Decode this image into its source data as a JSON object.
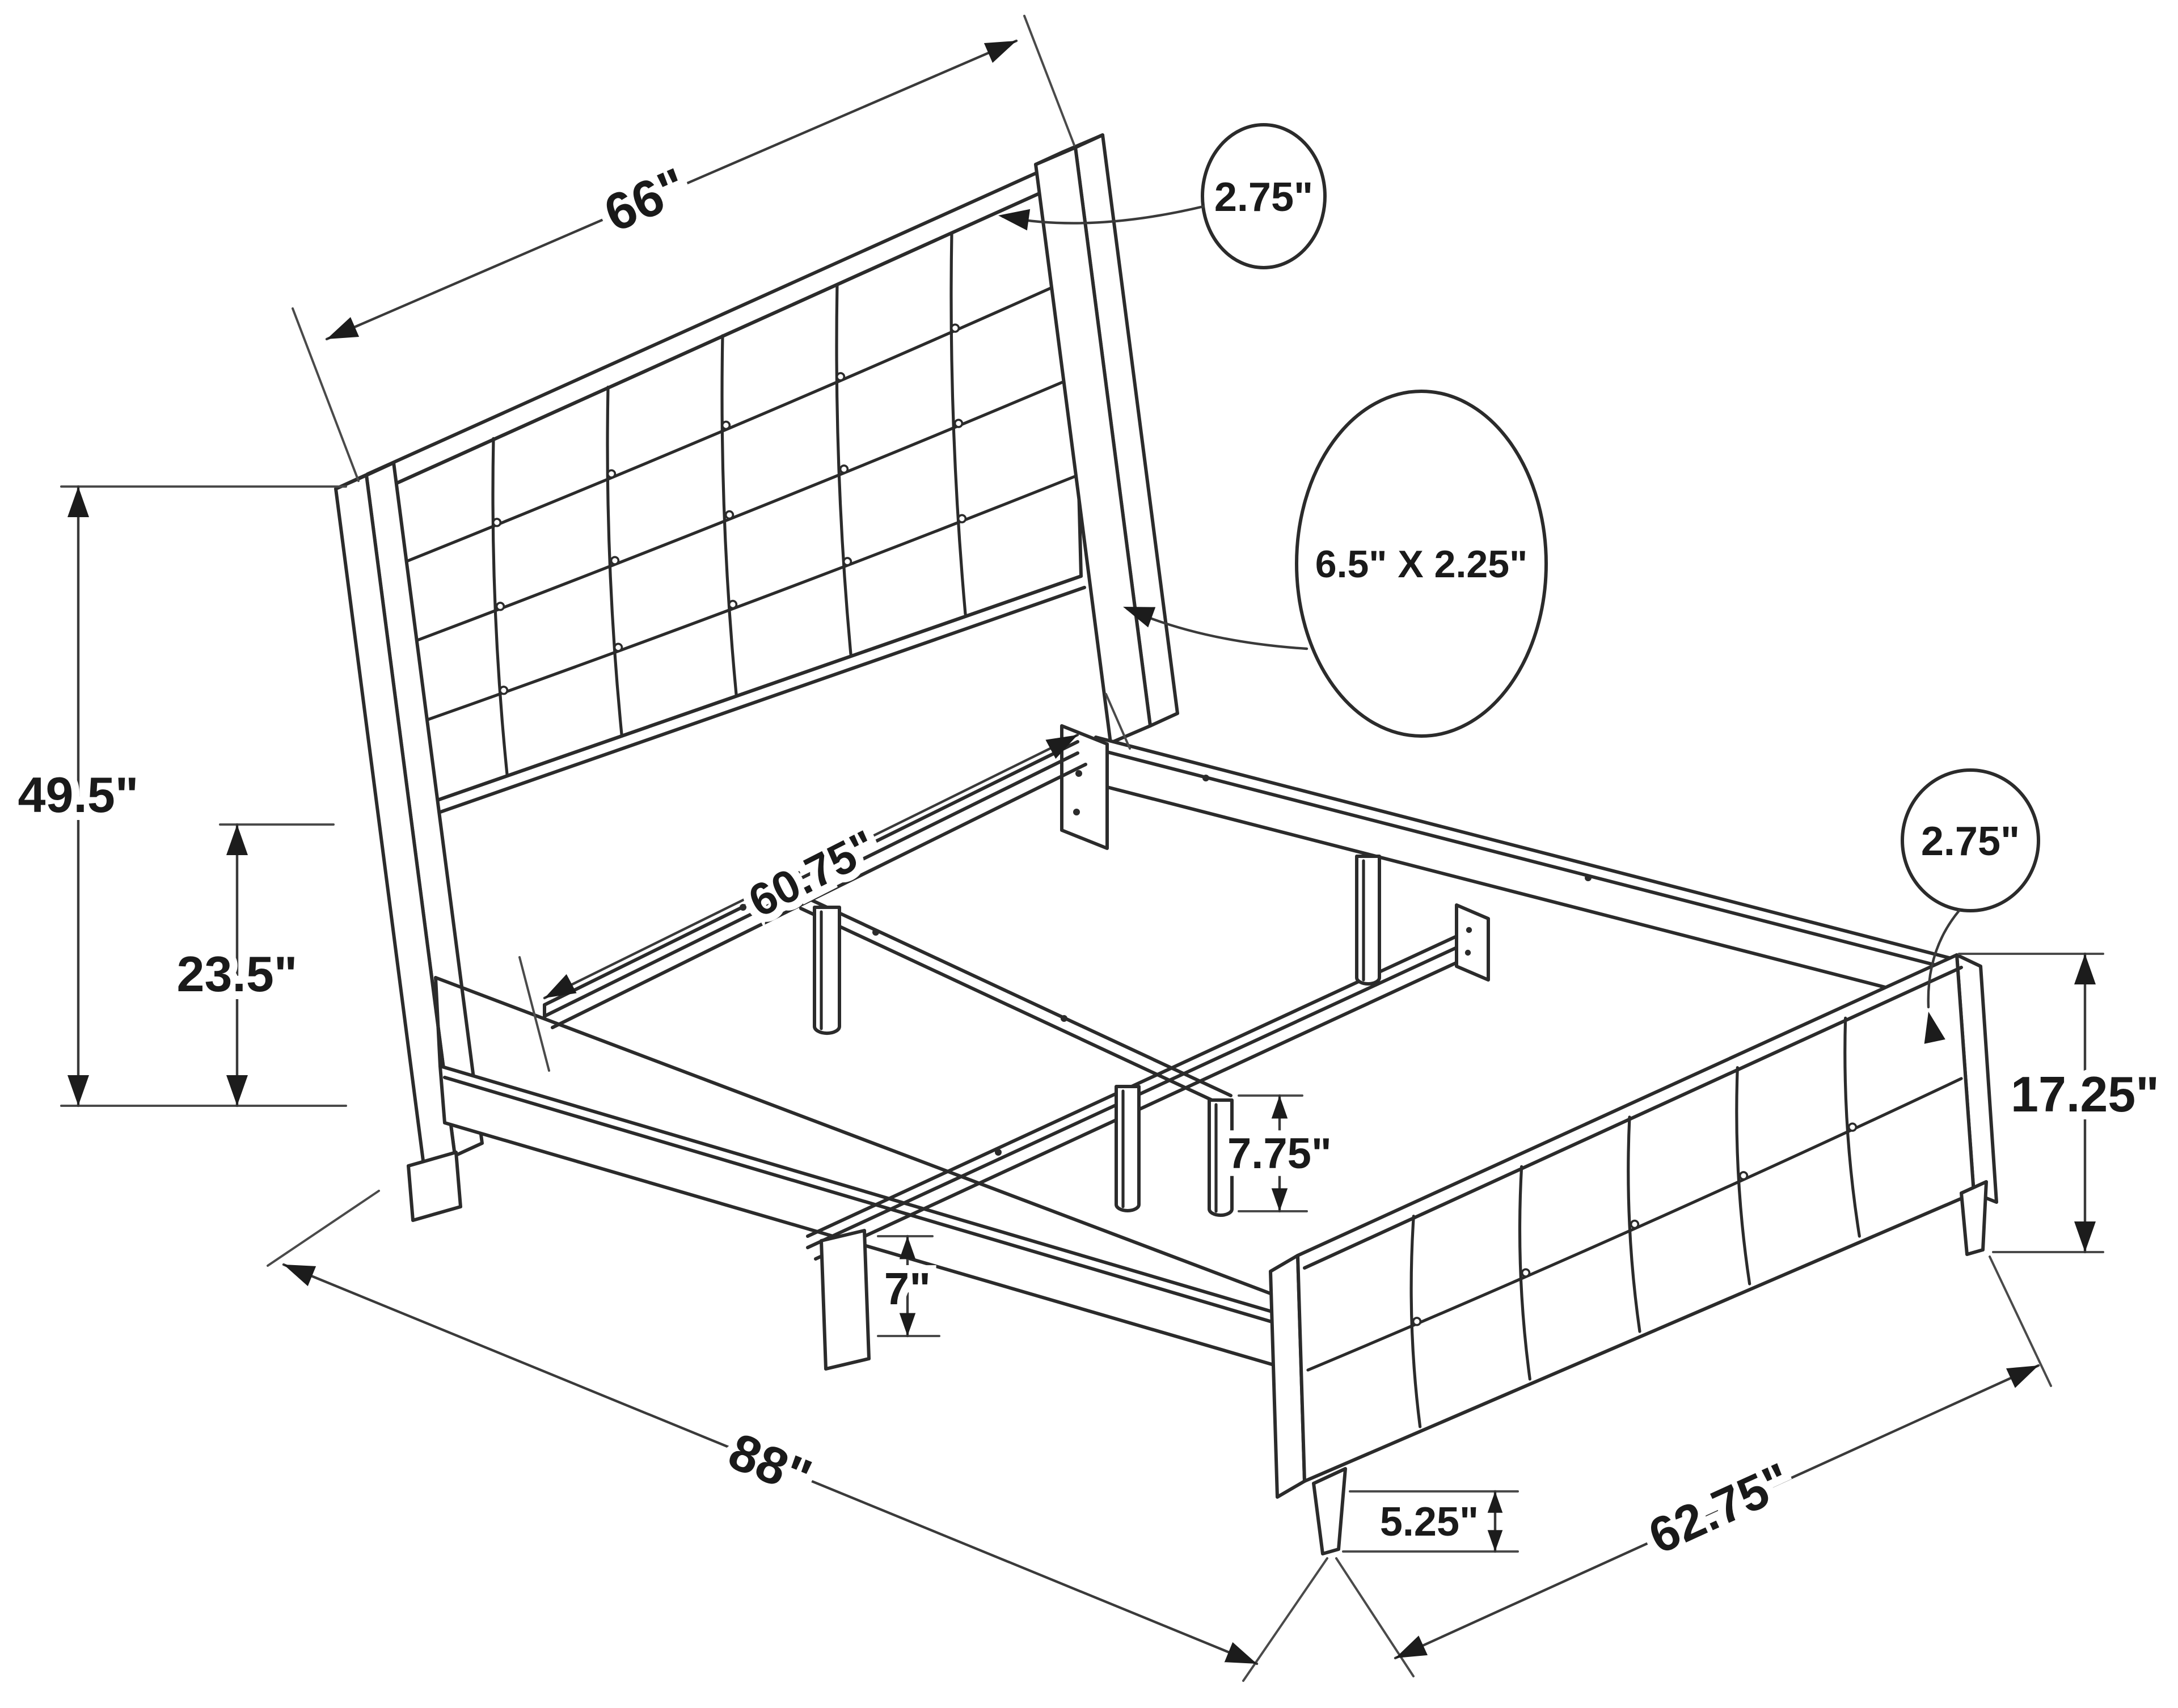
{
  "diagram": {
    "type": "furniture-dimension-diagram",
    "subject": "tufted upholstered bed frame isometric line drawing with dimensions",
    "background_color": "#ffffff",
    "line_color": "#2b2b2b",
    "dimensions": {
      "headboard_width": "66\"",
      "headboard_thickness": "2.75\"",
      "rail_profile": "6.5\" X 2.25\"",
      "headboard_height": "49.5\"",
      "headboard_lower_height": "23.5\"",
      "inner_width": "60.75\"",
      "rail_clearance": "7\"",
      "center_leg_height": "7.75\"",
      "footboard_thickness": "2.75\"",
      "footboard_height": "17.25\"",
      "overall_length": "88\"",
      "front_leg_height": "5.25\"",
      "overall_width": "62.75\""
    }
  }
}
